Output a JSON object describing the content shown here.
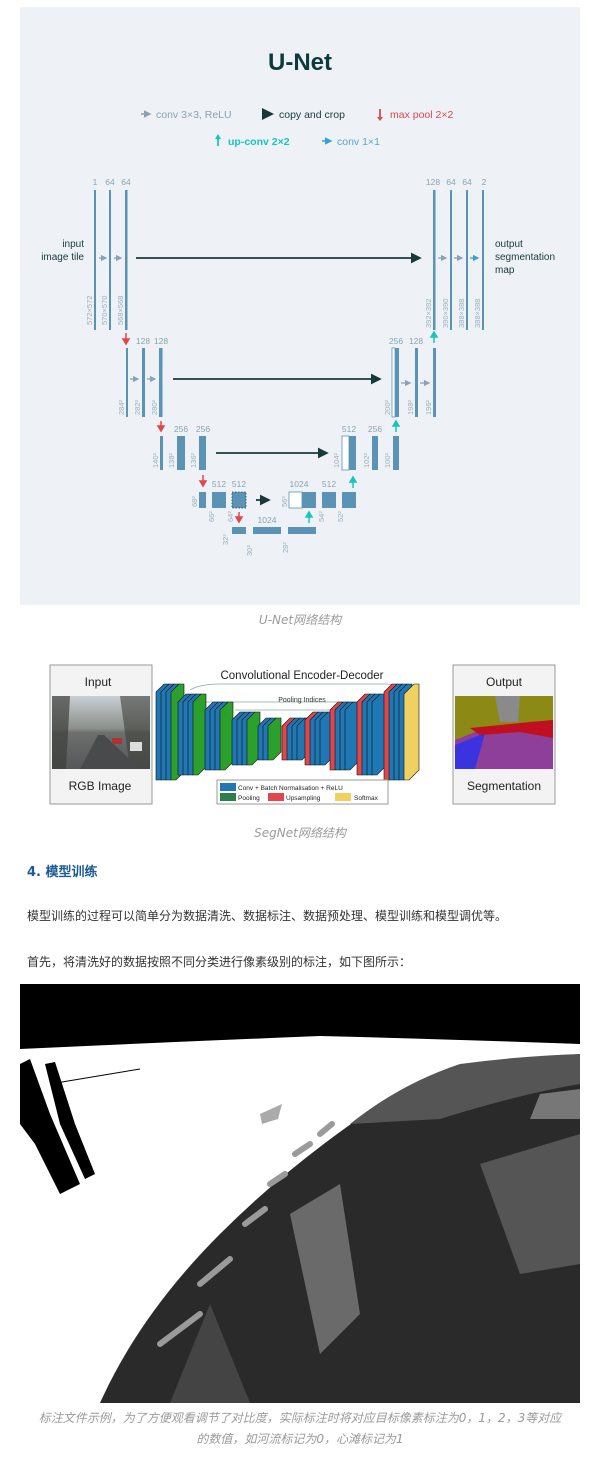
{
  "unet": {
    "title": "U-Net",
    "legend": {
      "conv33": "conv 3×3, ReLU",
      "copy": "copy and crop",
      "pool": "max pool 2×2",
      "upconv": "up-conv 2×2",
      "conv11": "conv 1×1"
    },
    "input_label": [
      "input",
      "image tile"
    ],
    "output_label": [
      "output",
      "segmentation",
      "map"
    ],
    "channels": {
      "l1_left": [
        "1",
        "64",
        "64"
      ],
      "l1_right": [
        "128",
        "64",
        "64",
        "2"
      ],
      "l2_left": [
        "128",
        "128"
      ],
      "l2_right": [
        "256",
        "128"
      ],
      "l3_left": [
        "256",
        "256"
      ],
      "l3_right": [
        "512",
        "256"
      ],
      "l4_left": [
        "512",
        "512"
      ],
      "l4_right": [
        "1024",
        "512"
      ],
      "l5": [
        "1024"
      ]
    },
    "sizes": {
      "l1_left": [
        "572×572",
        "570×570",
        "568×568"
      ],
      "l1_right": [
        "392×392",
        "390×390",
        "388×388",
        "388×388"
      ],
      "l2_left": [
        "284²",
        "282²",
        "280²"
      ],
      "l2_right": [
        "200²",
        "198²",
        "196²"
      ],
      "l3_left": [
        "140²",
        "138²",
        "136²"
      ],
      "l3_right": [
        "104²",
        "102²",
        "100²"
      ],
      "l4_left": [
        "68²",
        "66²",
        "64²"
      ],
      "l4_right": [
        "56²",
        "54²",
        "52²"
      ],
      "l5": [
        "32²",
        "30²",
        "28²"
      ]
    },
    "colors": {
      "bar": "#5b93b5",
      "pool": "#e0464b",
      "up": "#1ac4b8",
      "copy": "#163a3a",
      "conv": "#8aa3b0"
    }
  },
  "unet_caption": "U-Net网络结构",
  "segnet": {
    "title": "Convolutional Encoder-Decoder",
    "input_title": "Input",
    "input_sub": "RGB Image",
    "output_title": "Output",
    "output_sub": "Segmentation",
    "pooling_indices": "Pooling Indices",
    "legend": {
      "conv": "Conv + Batch Normalisation + ReLU",
      "pool": "Pooling",
      "up": "Upsampling",
      "soft": "Softmax"
    },
    "colors": {
      "conv": "#1f77b4",
      "pool": "#2ca02c",
      "up": "#e0464b",
      "soft": "#f0d060"
    }
  },
  "segnet_caption": "SegNet网络结构",
  "heading": "4. 模型训练",
  "para1": "模型训练的过程可以简单分为数据清洗、数据标注、数据预处理、模型训练和模型调优等。",
  "para2": "首先，将清洗好的数据按照不同分类进行像素级别的标注，如下图所示：",
  "label_caption": [
    "标注文件示例，为了方便观看调节了对比度，实际标注时将对应目标像素标注为0，1，2，3等对应",
    "的数值，如河流标记为0，心滩标记为1"
  ]
}
